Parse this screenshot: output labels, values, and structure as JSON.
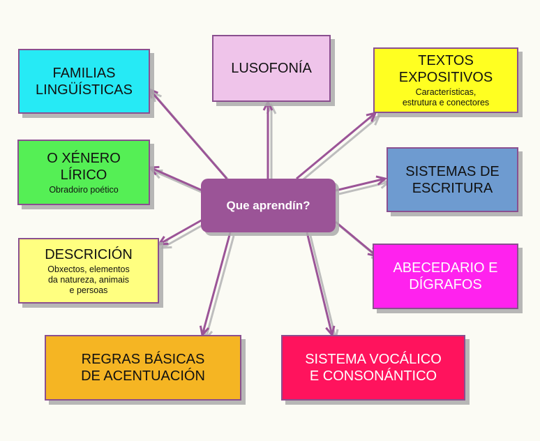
{
  "center": {
    "label": "Que aprendín?"
  },
  "nodes": {
    "familias": {
      "title": "FAMILIAS\nLINGÜÍSTICAS"
    },
    "lusofonia": {
      "title": "LUSOFONÍA"
    },
    "textos": {
      "title": "TEXTOS\nEXPOSITIVOS",
      "subtitle": "Características,\nestrutura e conectores"
    },
    "xenero": {
      "title": "O XÉNERO\nLÍRICO",
      "subtitle": "Obradoiro poético"
    },
    "sistemas": {
      "title": "SISTEMAS DE\nESCRITURA"
    },
    "descricion": {
      "title": "DESCRICIÓN",
      "subtitle": "Obxectos, elementos\nda natureza, animais\ne persoas"
    },
    "abecedario": {
      "title": "ABECEDARIO E\nDÍGRAFOS"
    },
    "regras": {
      "title": "REGRAS BÁSICAS\nDE ACENTUACIÓN"
    },
    "vocalico": {
      "title": "SISTEMA VOCÁLICO\nE CONSONÁNTICO"
    }
  },
  "colors": {
    "connector": "#9b5497",
    "connector_shadow": "#bdbdbd",
    "center": "#9b5497",
    "familias": "#26eaf5",
    "lusofonia": "#efc4ea",
    "textos": "#ffff21",
    "xenero": "#55ef55",
    "sistemas": "#6e9bd0",
    "descricion": "#ffff80",
    "abecedario": "#ff22ee",
    "regras": "#f5b523",
    "vocalico": "#ff135d"
  }
}
